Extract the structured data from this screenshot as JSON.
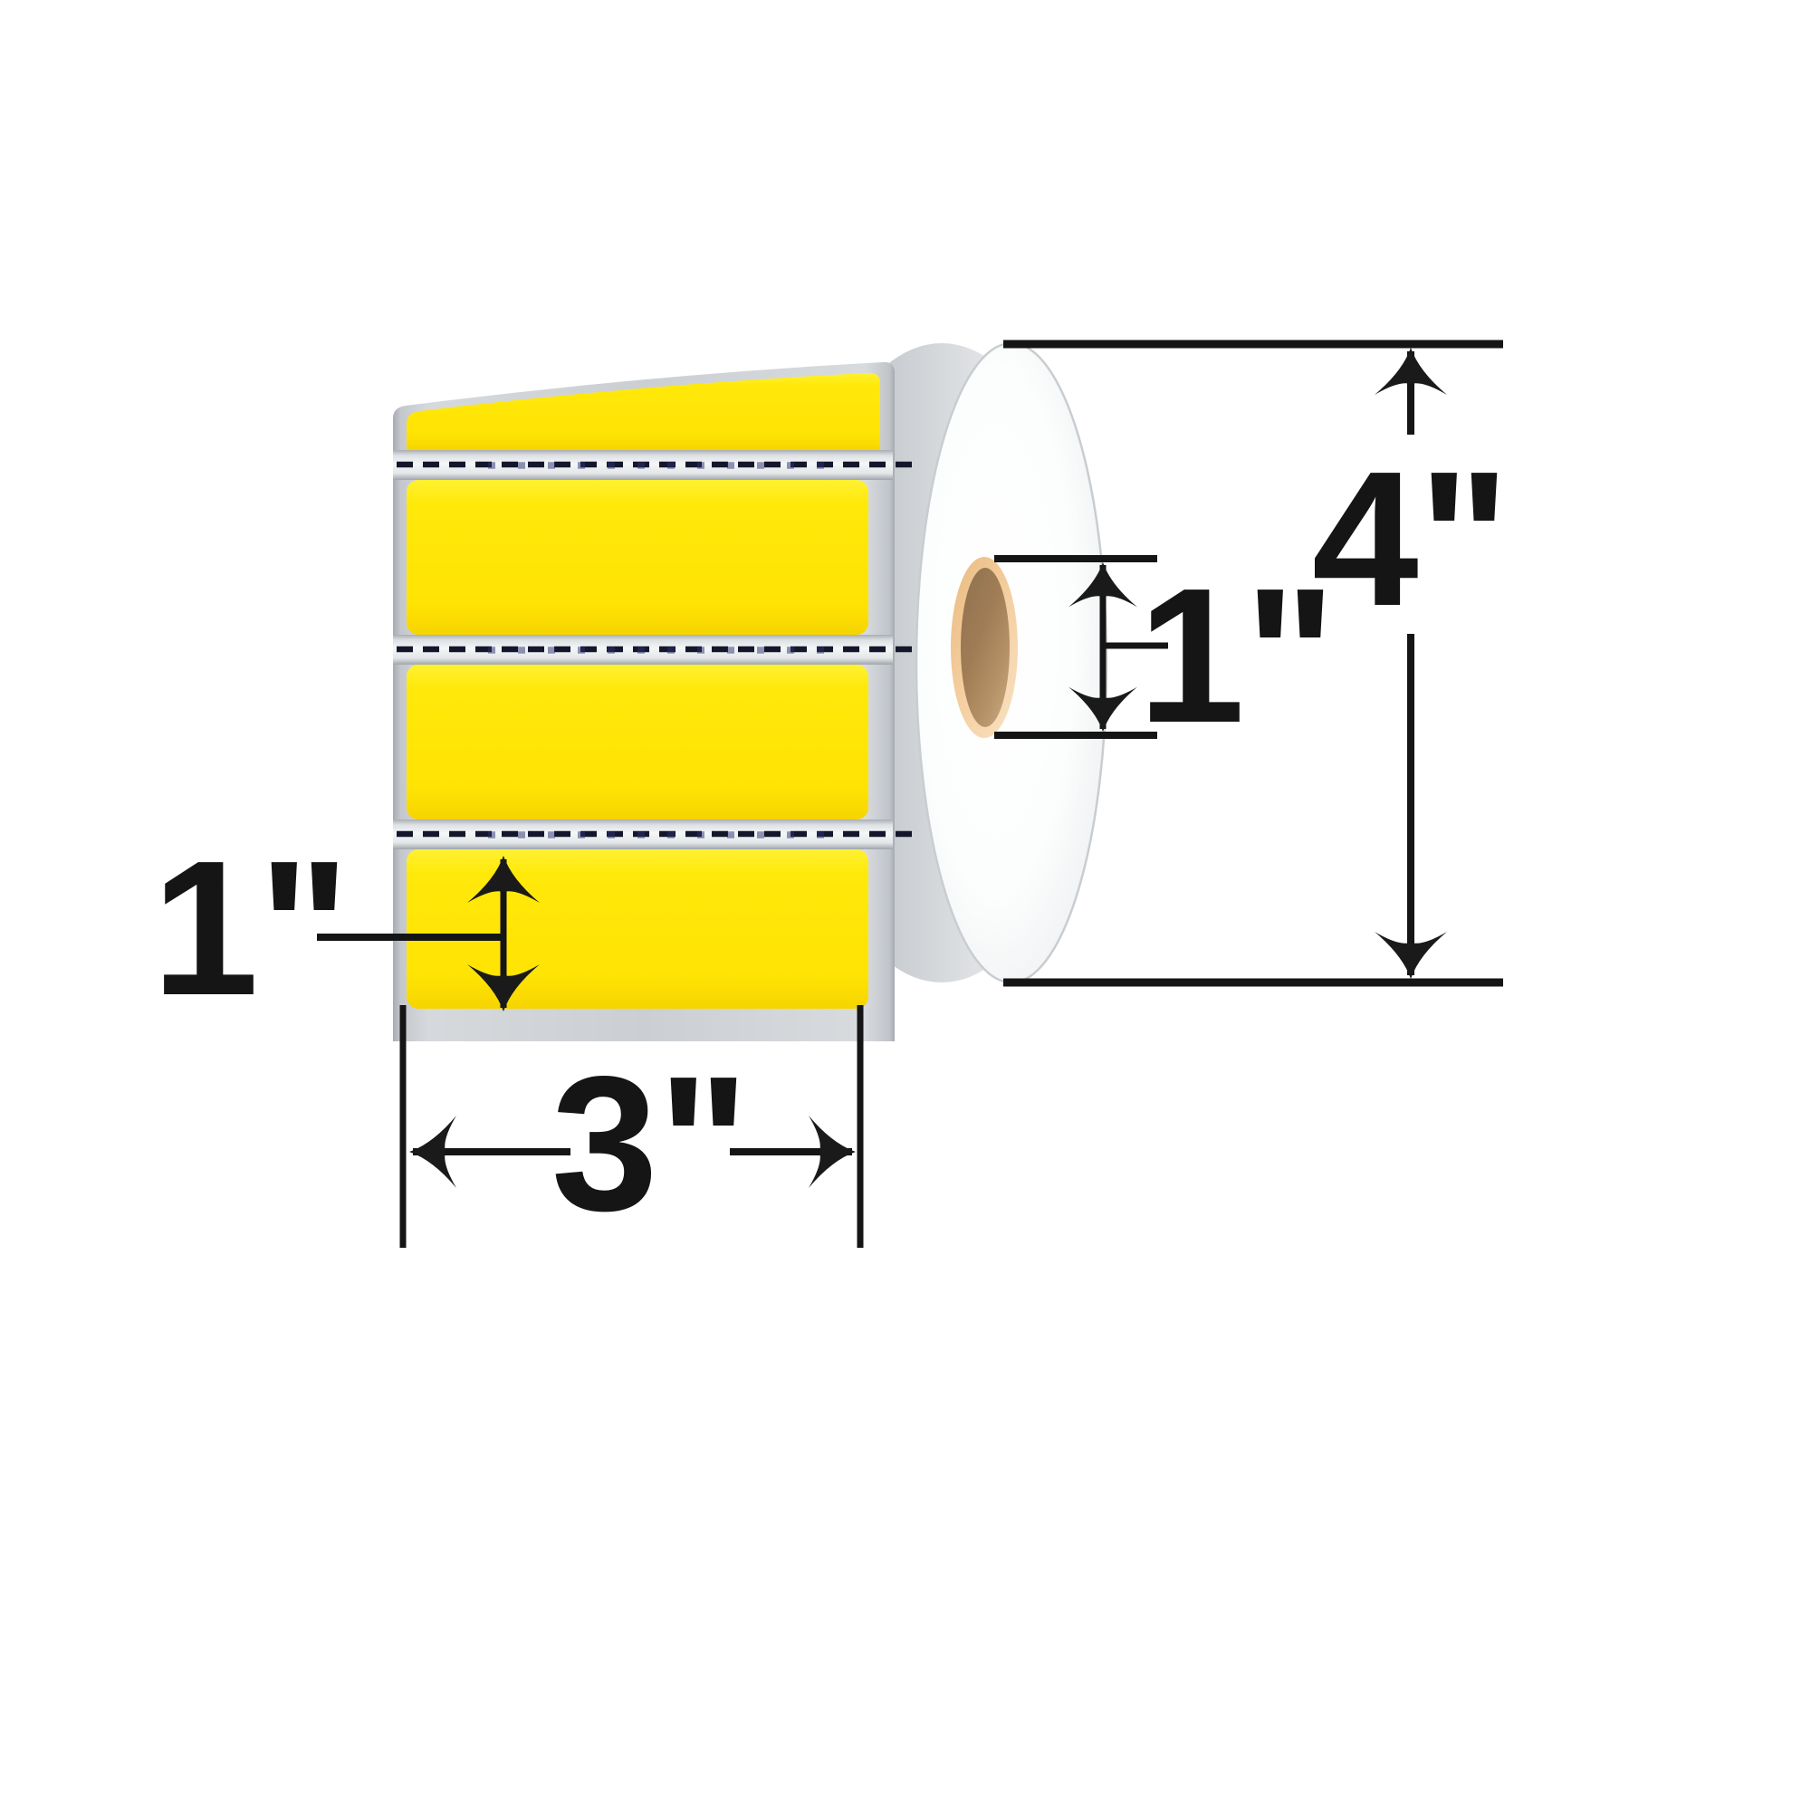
{
  "page": {
    "background": "#FFFFFF"
  },
  "illustration": {
    "subject": "yellow-thermal-label-roll",
    "labels_visible": 4,
    "colors": {
      "label_yellow": "#FFE406",
      "liner_silver": "#CBCFD3",
      "perforation_dash": "#14162B",
      "perforation_mark_navy": "#2A3070",
      "roll_face_white": "#FBFCFC",
      "roll_rim_silver": "#C6CACE",
      "core_ring_tan": "#F3CB9A",
      "core_hole_brown": "#A8845C",
      "dimension_ink": "#151515"
    }
  },
  "dimensions": {
    "roll_diameter": {
      "label": "4\""
    },
    "core_diameter": {
      "label": "1\""
    },
    "label_height": {
      "label": "1\""
    },
    "label_width": {
      "label": "3\""
    }
  }
}
